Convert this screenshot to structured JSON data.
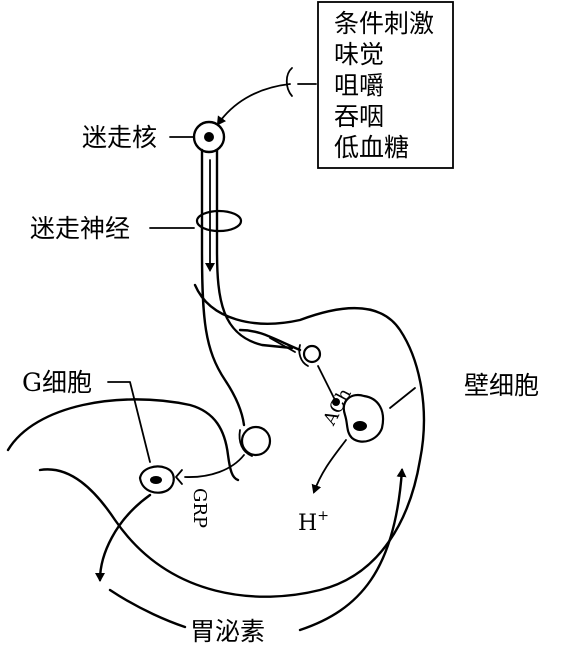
{
  "stimuli_box": {
    "items": [
      "条件刺激",
      "味觉",
      "咀嚼",
      "吞咽",
      "低血糖"
    ]
  },
  "labels": {
    "vagal_nucleus": "迷走核",
    "vagus_nerve": "迷走神经",
    "g_cell": "G细胞",
    "parietal_cell": "壁细胞",
    "gastrin": "胃泌素",
    "ach": "ACh",
    "grp": "GRP",
    "h_ion": "H",
    "h_ion_sup": "+"
  }
}
